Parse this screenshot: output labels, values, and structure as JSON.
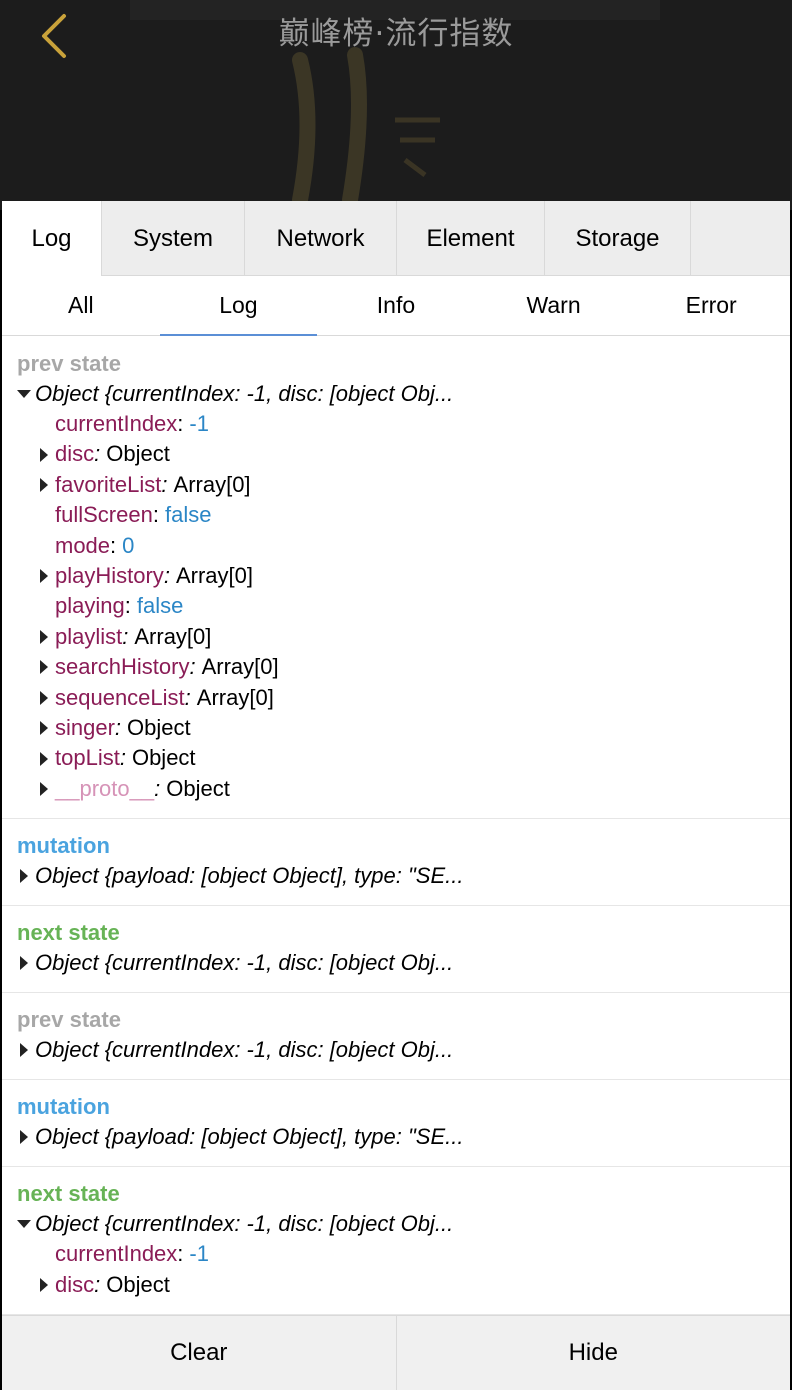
{
  "header": {
    "title": "巅峰榜·流行指数",
    "back_icon": "chevron-left-icon",
    "accent_color": "#c9a23a"
  },
  "tabs": [
    {
      "label": "Log",
      "active": true
    },
    {
      "label": "System",
      "active": false
    },
    {
      "label": "Network",
      "active": false
    },
    {
      "label": "Element",
      "active": false
    },
    {
      "label": "Storage",
      "active": false
    }
  ],
  "subtabs": [
    {
      "label": "All",
      "active": false
    },
    {
      "label": "Log",
      "active": true
    },
    {
      "label": "Info",
      "active": false
    },
    {
      "label": "Warn",
      "active": false
    },
    {
      "label": "Error",
      "active": false
    }
  ],
  "entries": [
    {
      "label": "prev state",
      "kind": "prev",
      "expanded": true,
      "summary": "Object {currentIndex: -1, disc: [object Obj...",
      "props": [
        {
          "key": "currentIndex",
          "value": "-1",
          "type": "number",
          "expandable": false
        },
        {
          "key": "disc",
          "value": "Object",
          "type": "object",
          "expandable": true
        },
        {
          "key": "favoriteList",
          "value": "Array[0]",
          "type": "object",
          "expandable": true
        },
        {
          "key": "fullScreen",
          "value": "false",
          "type": "bool",
          "expandable": false
        },
        {
          "key": "mode",
          "value": "0",
          "type": "number",
          "expandable": false
        },
        {
          "key": "playHistory",
          "value": "Array[0]",
          "type": "object",
          "expandable": true
        },
        {
          "key": "playing",
          "value": "false",
          "type": "bool",
          "expandable": false
        },
        {
          "key": "playlist",
          "value": "Array[0]",
          "type": "object",
          "expandable": true
        },
        {
          "key": "searchHistory",
          "value": "Array[0]",
          "type": "object",
          "expandable": true
        },
        {
          "key": "sequenceList",
          "value": "Array[0]",
          "type": "object",
          "expandable": true
        },
        {
          "key": "singer",
          "value": "Object",
          "type": "object",
          "expandable": true
        },
        {
          "key": "topList",
          "value": "Object",
          "type": "object",
          "expandable": true
        },
        {
          "key": "__proto__",
          "value": "Object",
          "type": "proto",
          "expandable": true
        }
      ]
    },
    {
      "label": "mutation",
      "kind": "mut",
      "expanded": false,
      "summary": "Object {payload: [object Object], type: \"SE..."
    },
    {
      "label": "next state",
      "kind": "next",
      "expanded": false,
      "summary": "Object {currentIndex: -1, disc: [object Obj..."
    },
    {
      "label": "prev state",
      "kind": "prev",
      "expanded": false,
      "summary": "Object {currentIndex: -1, disc: [object Obj..."
    },
    {
      "label": "mutation",
      "kind": "mut",
      "expanded": false,
      "summary": "Object {payload: [object Object], type: \"SE..."
    },
    {
      "label": "next state",
      "kind": "next",
      "expanded": true,
      "summary": "Object {currentIndex: -1, disc: [object Obj...",
      "props": [
        {
          "key": "currentIndex",
          "value": "-1",
          "type": "number",
          "expandable": false
        },
        {
          "key": "disc",
          "value": "Object",
          "type": "object",
          "expandable": true
        }
      ]
    }
  ],
  "footer": {
    "clear_label": "Clear",
    "hide_label": "Hide"
  },
  "colors": {
    "prev_label": "#a7a7a7",
    "mutation_label": "#4aa3df",
    "next_label": "#67b356",
    "prop_key": "#8a1c56",
    "primitive_value": "#2b86c6",
    "active_underline": "#5b8fd6"
  }
}
